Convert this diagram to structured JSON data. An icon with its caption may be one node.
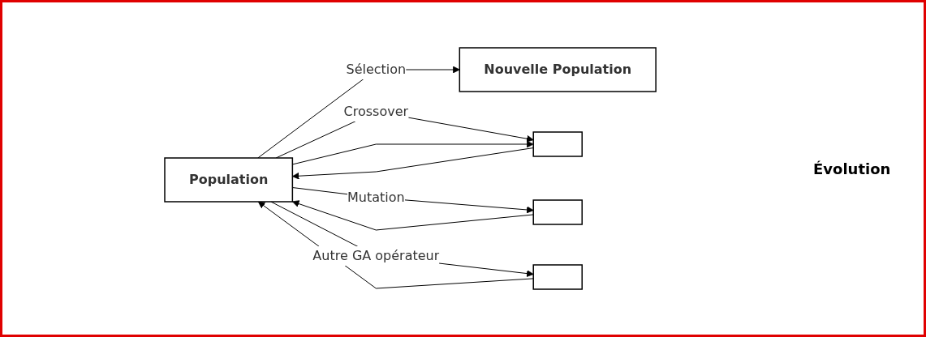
{
  "diagram": {
    "nodes": [
      {
        "text": [
          "Nouvelle Population"
        ]
      },
      {
        "text": [
          "Population"
        ]
      },
      {
        "text": [],
        "shape": "box"
      },
      {
        "text": [],
        "shape": "box"
      },
      {
        "text": [],
        "shape": "box"
      }
    ],
    "edges": [
      {
        "from": 1,
        "to": 0,
        "arrow": "to",
        "label": "Sélection"
      },
      {
        "from": 1,
        "to": 2,
        "arrow": "to",
        "label": "Crossover"
      },
      {
        "from": 1,
        "to": 2,
        "arrow": "to"
      },
      {
        "from": 1,
        "to": 3,
        "arrow": "to",
        "label": "Mutation"
      },
      {
        "from": 1,
        "to": 4,
        "arrow": "to",
        "label": "Autre GA opérateur"
      },
      {
        "from": 2,
        "to": 1,
        "arrow": "to"
      },
      {
        "from": 3,
        "to": 1,
        "arrow": "to"
      },
      {
        "from": 4,
        "to": 1,
        "arrow": "to"
      }
    ],
    "labels": [
      "Évolution"
    ]
  }
}
